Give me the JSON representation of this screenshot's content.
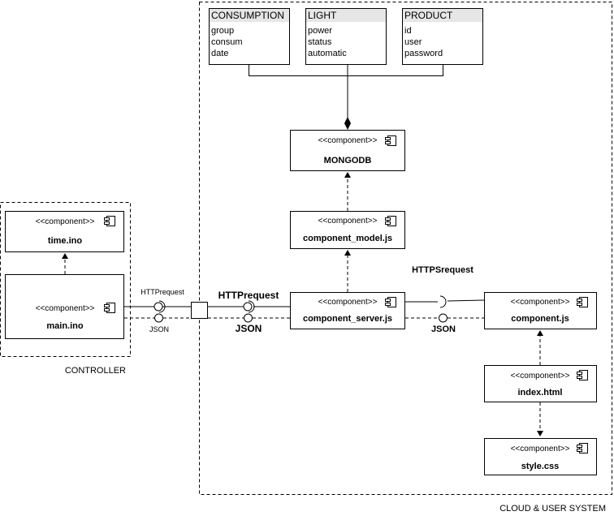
{
  "containers": {
    "cloud": "CLOUD & USER SYSTEM",
    "controller": "CONTROLLER"
  },
  "stereotype": "<<component>>",
  "classes": {
    "consumption": {
      "name": "CONSUMPTION",
      "attributes": [
        "group",
        "consum",
        "date"
      ]
    },
    "light": {
      "name": "LIGHT",
      "attributes": [
        "power",
        "status",
        "automatic"
      ]
    },
    "product": {
      "name": "PRODUCT",
      "attributes": [
        "id",
        "user",
        "password"
      ]
    }
  },
  "components": {
    "mongodb": "MONGODB",
    "model": "component_model.js",
    "server": "component_server.js",
    "client": "component.js",
    "index": "index.html",
    "style": "style.css",
    "time": "time.ino",
    "main": "main.ino"
  },
  "interfaces": {
    "ctrl_request": "HTTPrequest",
    "ctrl_json": "JSON",
    "server_request": "HTTPrequest",
    "server_json": "JSON",
    "client_request": "HTTPSrequest",
    "client_json": "JSON"
  },
  "colors": {
    "class_header": "#e6e6e6",
    "line": "#000000"
  }
}
